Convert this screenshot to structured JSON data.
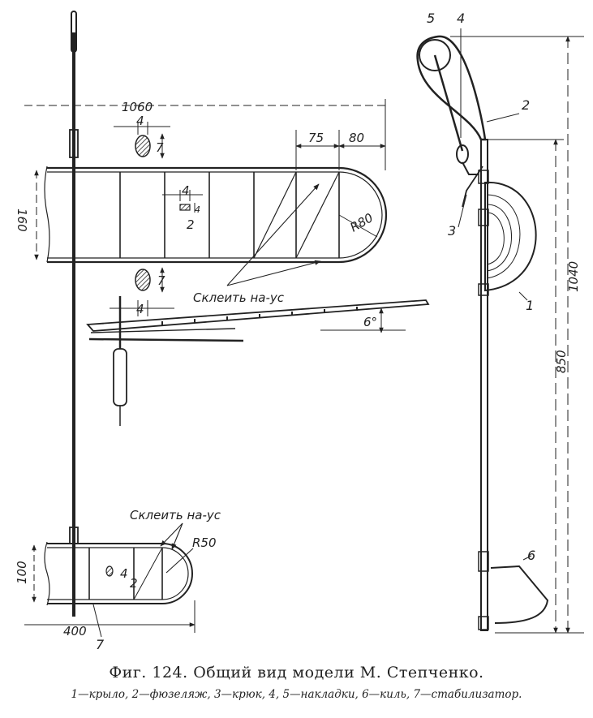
{
  "dimensions": {
    "wing_span": "1060",
    "wing_chord": "160",
    "seg_75": "75",
    "seg_80": "80",
    "wing_tip_radius": "R80",
    "spar_w_top": "4",
    "spar_h_top": "7",
    "rib_w": "4",
    "rib_h": "4",
    "rib_t": "2",
    "spar_w_bottom": "4",
    "spar_h_bottom": "7",
    "dihedral": "6°",
    "stab_span": "400",
    "stab_chord": "100",
    "stab_tip_radius": "R50",
    "stab_spar_w": "4",
    "stab_spar_t": "2",
    "total_height": "1040",
    "body_length": "850"
  },
  "notes": {
    "glue_wing": "Склеить на-ус",
    "glue_stab": "Склеить на-ус"
  },
  "labels": {
    "wing": "1",
    "fuselage": "2",
    "hook": "3",
    "pad4": "4",
    "pad5": "5",
    "fin": "6",
    "stabilizer": "7"
  },
  "caption": {
    "title": "Фиг. 124. Общий вид модели М. Степченко.",
    "legend": "1—крыло, 2—фюзеляж, 3—крюк, 4, 5—накладки, 6—киль, 7—стабилизатор."
  }
}
